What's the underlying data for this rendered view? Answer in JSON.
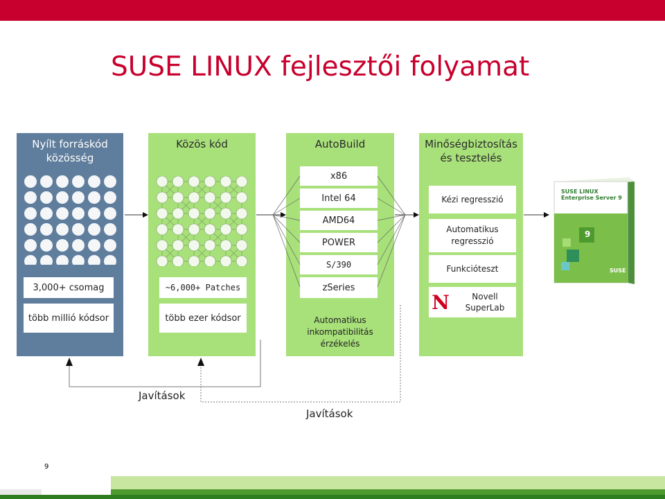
{
  "title": "SUSE LINUX fejlesztői folyamat",
  "columns": {
    "community": {
      "title": "Nyílt forráskód közösség",
      "stat1": "3,000+ csomag",
      "stat2": "több millió kódsor"
    },
    "common_code": {
      "title": "Közös kód",
      "stat1": "~6,000+ Patches",
      "stat2": "több ezer kódsor"
    },
    "autobuild": {
      "title": "AutoBuild",
      "platforms": [
        "x86",
        "Intel 64",
        "AMD64",
        "POWER",
        "S/390",
        "zSeries"
      ],
      "note": "Automatikus inkompatibilitás érzékelés"
    },
    "qa": {
      "title": "Minőségbiztosítás és tesztelés",
      "items": [
        "Kézi regresszió",
        "Automatikus regresszió",
        "Funkcióteszt"
      ],
      "novell_logo": "N",
      "novell_label": "Novell SuperLab"
    }
  },
  "product": {
    "name_line1": "SUSE LINUX",
    "name_line2": "Enterprise Server 9",
    "badge": "9",
    "logo": "SUSE"
  },
  "feedback": {
    "fixes_1": "Javítások",
    "fixes_2": "Javítások"
  },
  "page_number": "9",
  "colors": {
    "brand_red": "#c8002d",
    "community_blue": "#5f7d9c",
    "stage_green": "#a8e07a"
  }
}
